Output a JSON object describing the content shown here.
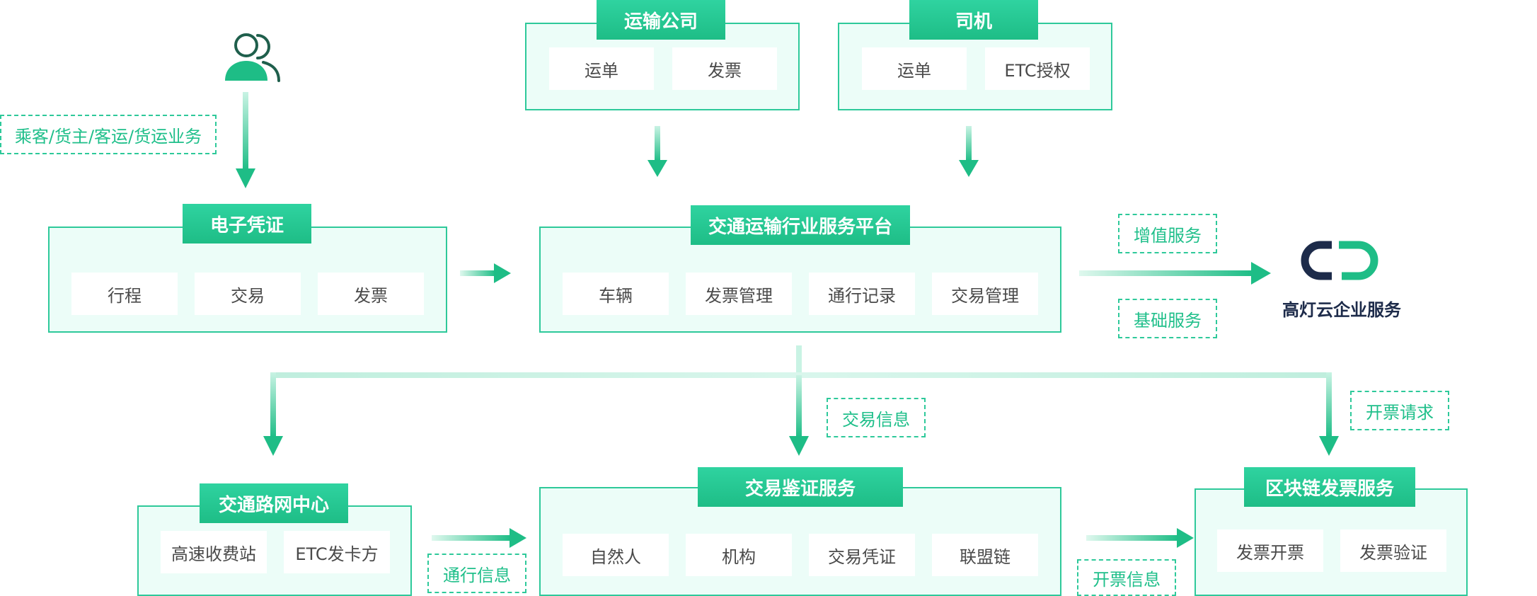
{
  "colors": {
    "accent": "#1ebd86",
    "border": "#2ec99a",
    "panel_bg": "#ecfdf8",
    "brand_navy": "#1d2b4a"
  },
  "icons": {
    "user": "users-icon",
    "brand": "gaodeng-logo-icon"
  },
  "user_label": "乘客/货主/客运/货运业务",
  "boxes": {
    "transport_company": {
      "title": "运输公司",
      "items": [
        "运单",
        "发票"
      ]
    },
    "driver": {
      "title": "司机",
      "items": [
        "运单",
        "ETC授权"
      ]
    },
    "e_voucher": {
      "title": "电子凭证",
      "items": [
        "行程",
        "交易",
        "发票"
      ]
    },
    "platform": {
      "title": "交通运输行业服务平台",
      "items": [
        "车辆",
        "发票管理",
        "通行记录",
        "交易管理"
      ]
    },
    "road_center": {
      "title": "交通路网中心",
      "items": [
        "高速收费站",
        "ETC发卡方"
      ]
    },
    "tx_auth": {
      "title": "交易鉴证服务",
      "items": [
        "自然人",
        "机构",
        "交易凭证",
        "联盟链"
      ]
    },
    "blockchain": {
      "title": "区块链发票服务",
      "items": [
        "发票开票",
        "发票验证"
      ]
    }
  },
  "labels": {
    "value_added": "增值服务",
    "basic": "基础服务",
    "tx_info": "交易信息",
    "invoice_request": "开票请求",
    "pass_info": "通行信息",
    "invoice_info": "开票信息"
  },
  "brand": {
    "name": "高灯云企业服务"
  }
}
